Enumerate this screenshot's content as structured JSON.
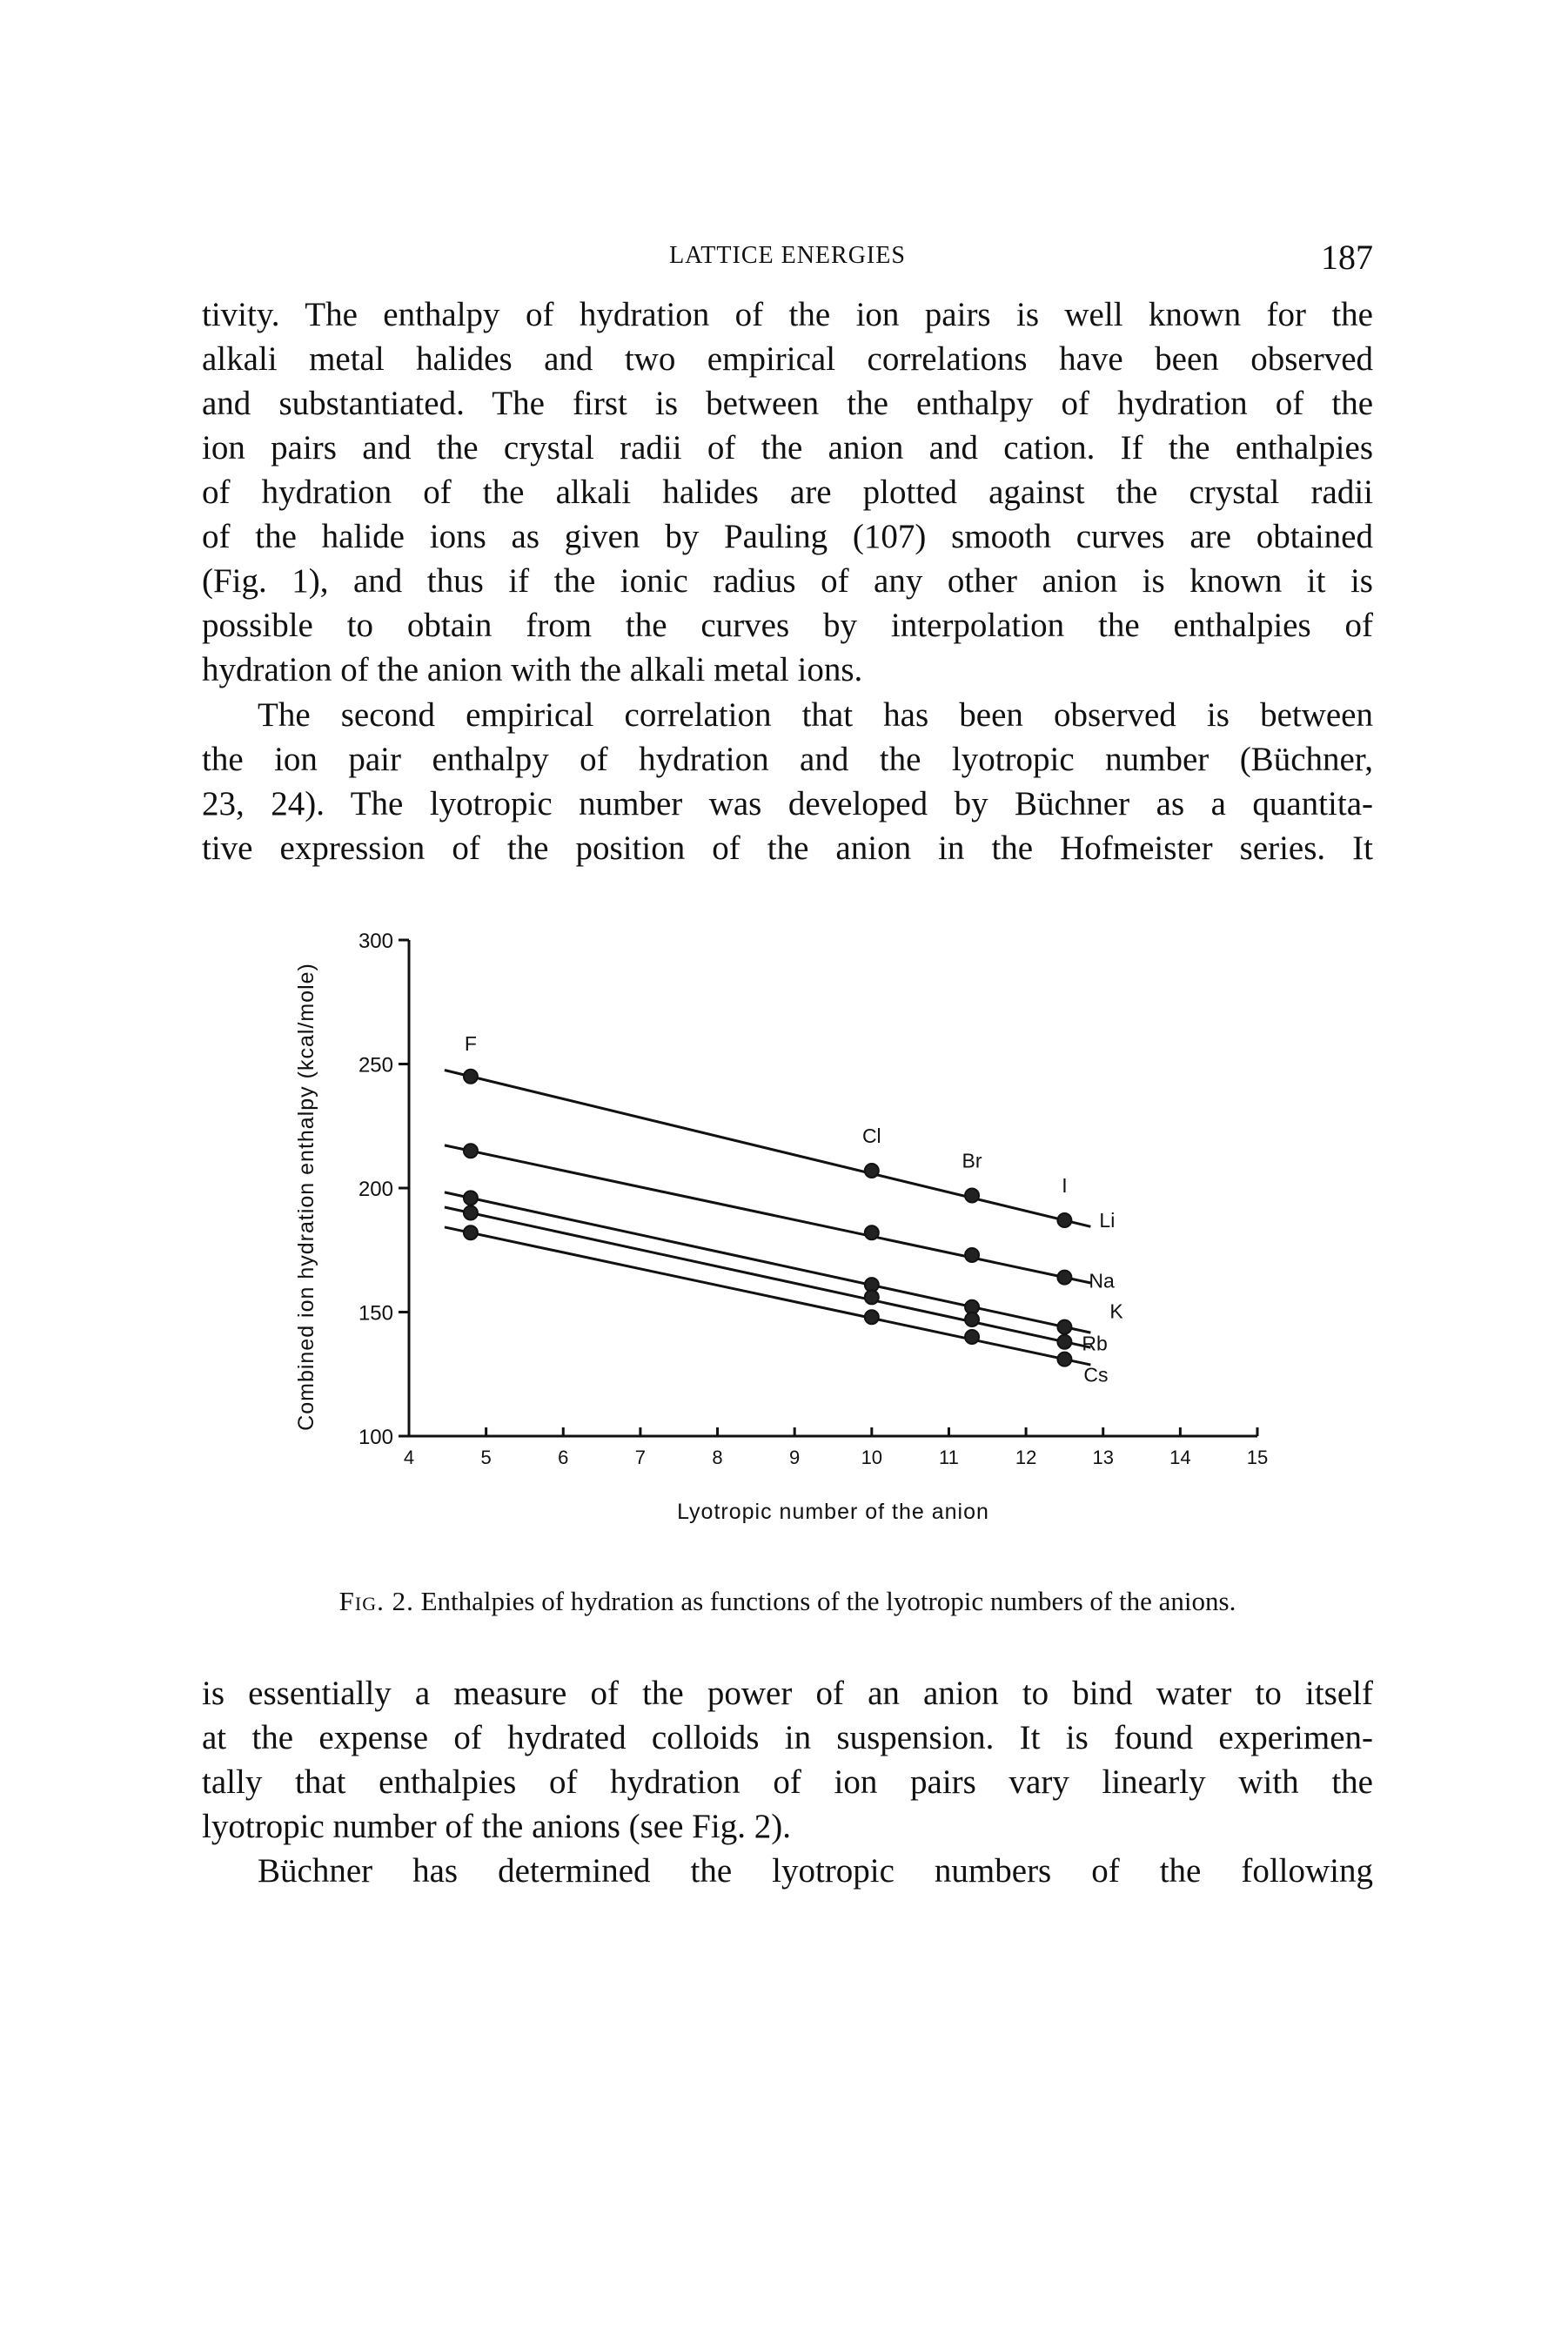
{
  "header": {
    "running_head": "LATTICE ENERGIES",
    "page_number": "187"
  },
  "para1": {
    "lines": [
      "tivity. The enthalpy of hydration of the ion pairs is well known for the",
      "alkali metal halides and two empirical correlations have been observed",
      "and substantiated. The first is between the enthalpy of hydration of the",
      "ion pairs and the crystal radii of the anion and cation. If the enthalpies",
      "of hydration of the alkali halides are plotted against the crystal radii",
      "of the halide ions as given by Pauling (107) smooth curves are obtained",
      "(Fig. 1), and thus if the ionic radius of any other anion is known it is",
      "possible to obtain from the curves by interpolation the enthalpies of",
      "hydration of the anion with the alkali metal ions."
    ]
  },
  "para2": {
    "lines": [
      "The second empirical correlation that has been observed is between",
      "the ion pair enthalpy of hydration and the lyotropic number (Büchner,",
      "23, 24). The lyotropic number was developed by Büchner as a quantita-",
      "tive expression of the position of the anion in the Hofmeister series. It"
    ]
  },
  "caption": {
    "fig": "Fig. 2.",
    "text": "Enthalpies of hydration as functions of the lyotropic numbers of the anions."
  },
  "para3": {
    "lines": [
      "is essentially a measure of the power of an anion to bind water to itself",
      "at the expense of hydrated colloids in suspension. It is found experimen-",
      "tally that enthalpies of hydration of ion pairs vary linearly with the",
      "lyotropic number of the anions (see Fig. 2)."
    ]
  },
  "para4": {
    "lines": [
      "Büchner has determined the lyotropic numbers of the following"
    ]
  },
  "chart_data": {
    "type": "line",
    "xlabel": "Lyotropic number of the anion",
    "ylabel": "Combined ion hydration enthalpy (kcal/mole)",
    "xlim": [
      4,
      15
    ],
    "ylim": [
      100,
      300
    ],
    "xticks": [
      "4",
      "5",
      "6",
      "7",
      "8",
      "9",
      "10",
      "11",
      "12",
      "13",
      "14",
      "15"
    ],
    "yticks": [
      "100",
      "150",
      "200",
      "250",
      "300"
    ],
    "point_labels": [
      "F",
      "Cl",
      "Br",
      "I"
    ],
    "x": [
      4.8,
      10.0,
      11.3,
      12.5
    ],
    "series": [
      {
        "name": "Li",
        "values": [
          245,
          207,
          197,
          187
        ]
      },
      {
        "name": "Na",
        "values": [
          215,
          182,
          173,
          164
        ]
      },
      {
        "name": "K",
        "values": [
          196,
          161,
          152,
          144
        ]
      },
      {
        "name": "Rb",
        "values": [
          190,
          156,
          147,
          138
        ]
      },
      {
        "name": "Cs",
        "values": [
          182,
          148,
          140,
          131
        ]
      }
    ]
  }
}
